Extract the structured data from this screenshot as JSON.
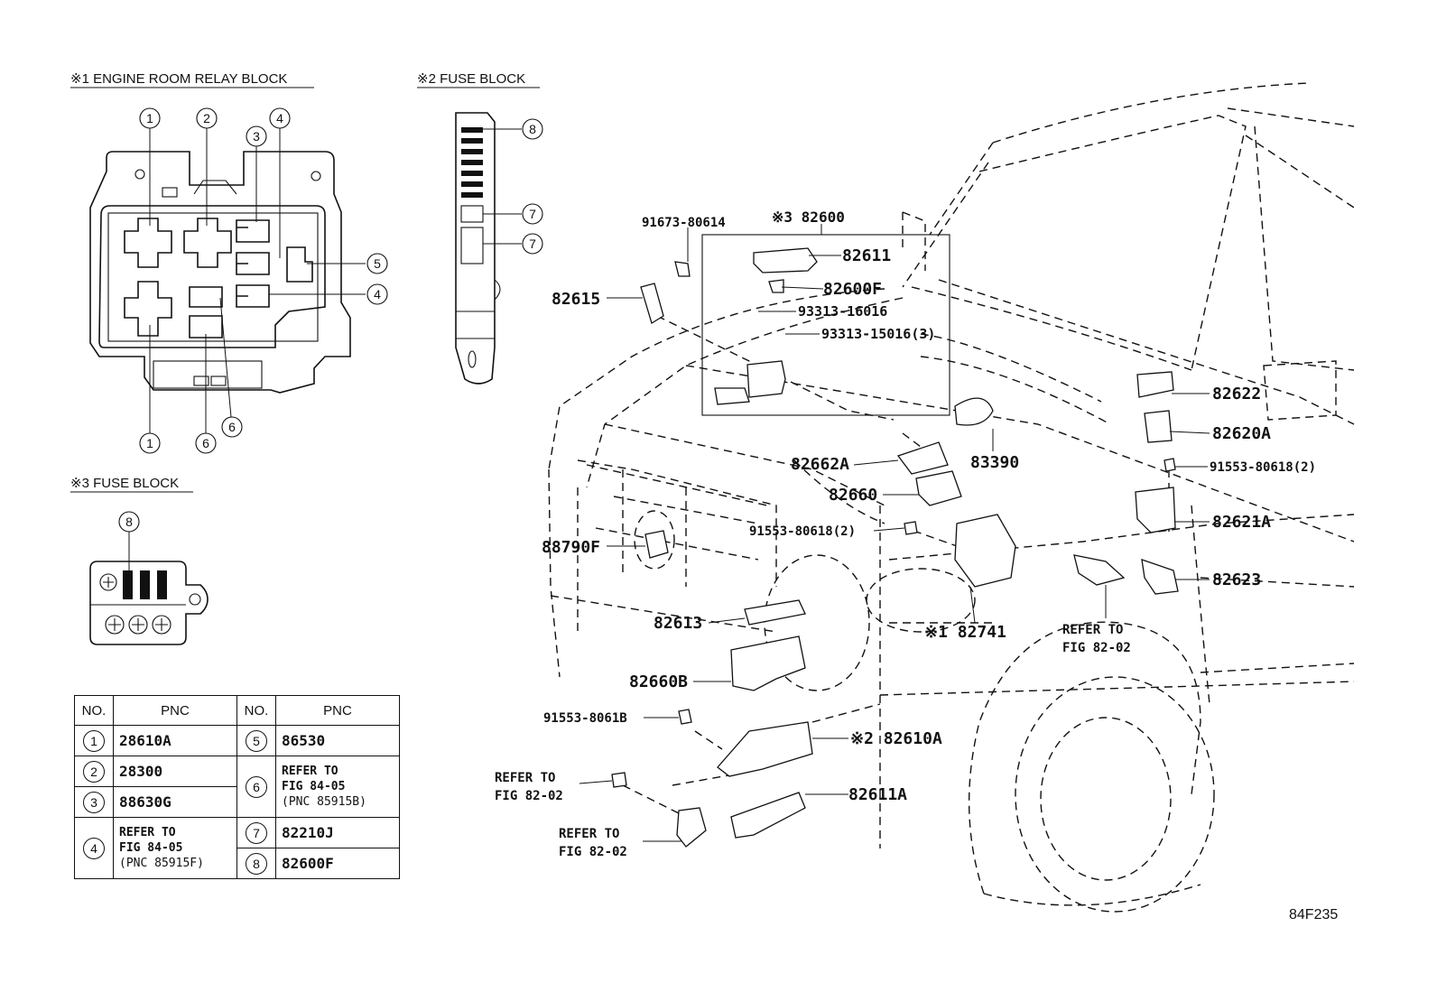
{
  "headings": {
    "relay_block": "※1 ENGINE ROOM RELAY BLOCK",
    "fuse_block_2": "※2 FUSE BLOCK",
    "fuse_block_3": "※3 FUSE BLOCK"
  },
  "relay_block_refs": [
    "1",
    "2",
    "3",
    "4",
    "5",
    "4",
    "1",
    "6",
    "6"
  ],
  "fuse2_refs": [
    "8",
    "7",
    "7"
  ],
  "fuse3_refs": [
    "8"
  ],
  "labels": {
    "p91673": "91673-80614",
    "p82600": "※3 82600",
    "p82611": "82611",
    "p82600F": "82600F",
    "p93313a": "93313-16016",
    "p93313b": "93313-15016(3)",
    "p82615": "82615",
    "p82622": "82622",
    "p82620A": "82620A",
    "p91553a": "91553-80618(2)",
    "p82621A": "82621A",
    "p82623": "82623",
    "p83390": "83390",
    "p82662A": "82662A",
    "p82660": "82660",
    "p91553b": "91553-80618(2)",
    "p88790F": "88790F",
    "p82613": "82613",
    "p82741": "※1 82741",
    "p82660B": "82660B",
    "p91553c": "91553-8061B",
    "p82610A": "※2 82610A",
    "p82611A": "82611A",
    "refer1a": "REFER TO",
    "refer1b": "FIG 82-02",
    "refer2a": "REFER TO",
    "refer2b": "FIG 82-02",
    "refer3a": "REFER TO",
    "refer3b": "FIG 82-02",
    "figure_code": "84F235"
  },
  "table": {
    "header_no": "NO.",
    "header_pnc": "PNC",
    "rows": [
      {
        "no": "1",
        "pnc": "28610A"
      },
      {
        "no": "2",
        "pnc": "28300"
      },
      {
        "no": "3",
        "pnc": "88630G"
      },
      {
        "no": "4",
        "pnc_lines": [
          "REFER TO",
          "FIG 84-05",
          "(PNC 85915F)"
        ]
      },
      {
        "no": "5",
        "pnc": "86530"
      },
      {
        "no": "6",
        "pnc_lines": [
          "REFER TO",
          "FIG 84-05",
          "(PNC 85915B)"
        ]
      },
      {
        "no": "7",
        "pnc": "82210J"
      },
      {
        "no": "8",
        "pnc": "82600F"
      }
    ]
  }
}
